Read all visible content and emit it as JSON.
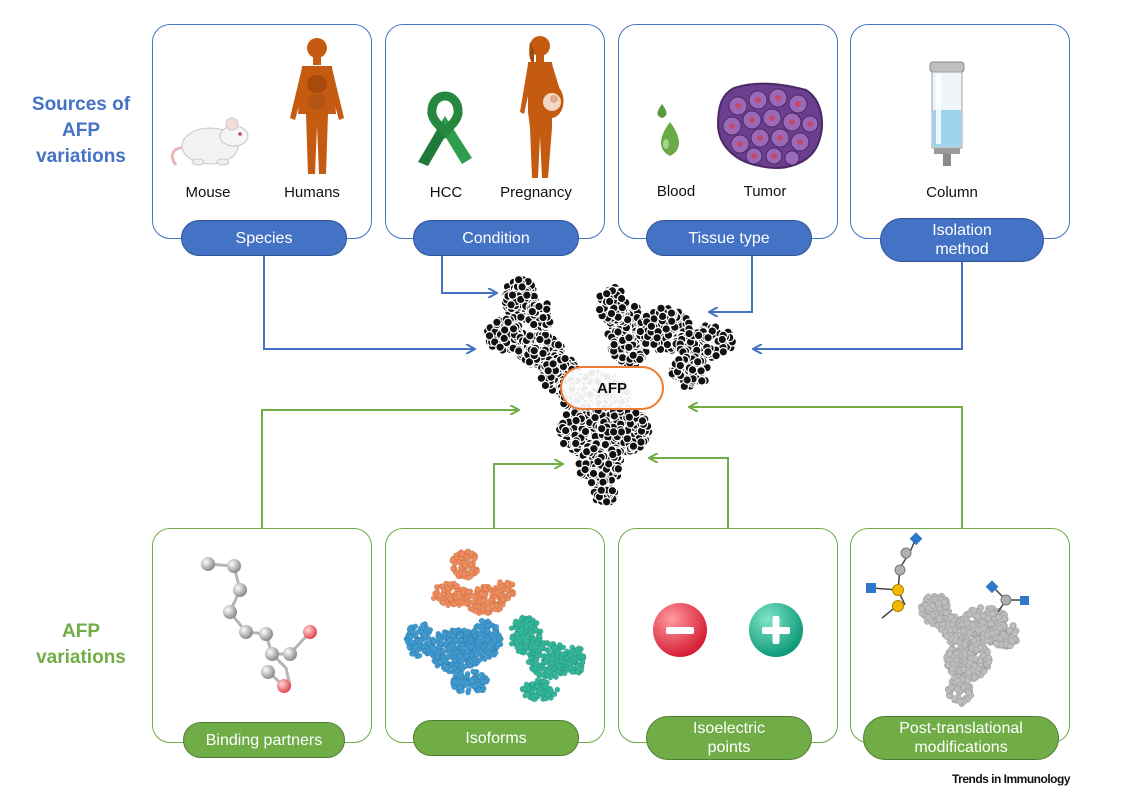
{
  "sources_label": [
    "Sources of",
    "AFP",
    "variations"
  ],
  "variations_label": [
    "AFP",
    "variations"
  ],
  "center_label": "AFP",
  "sources": [
    {
      "category": [
        "Species"
      ],
      "items": [
        "Mouse",
        "Humans"
      ]
    },
    {
      "category": [
        "Condition"
      ],
      "items": [
        "HCC",
        "Pregnancy"
      ]
    },
    {
      "category": [
        "Tissue type"
      ],
      "items": [
        "Blood",
        "Tumor"
      ]
    },
    {
      "category": [
        "Isolation",
        "method"
      ],
      "items": [
        "Column"
      ]
    }
  ],
  "variations": [
    {
      "category": [
        "Binding partners"
      ]
    },
    {
      "category": [
        "Isoforms"
      ]
    },
    {
      "category": [
        "Isoelectric",
        "points"
      ]
    },
    {
      "category": [
        "Post-translational",
        "modifications"
      ]
    }
  ],
  "journal": "Trends in Immunology",
  "colors": {
    "blue": "#4472c4",
    "green": "#70ad47",
    "orange": "#ed7d31",
    "protein": "#111111"
  }
}
